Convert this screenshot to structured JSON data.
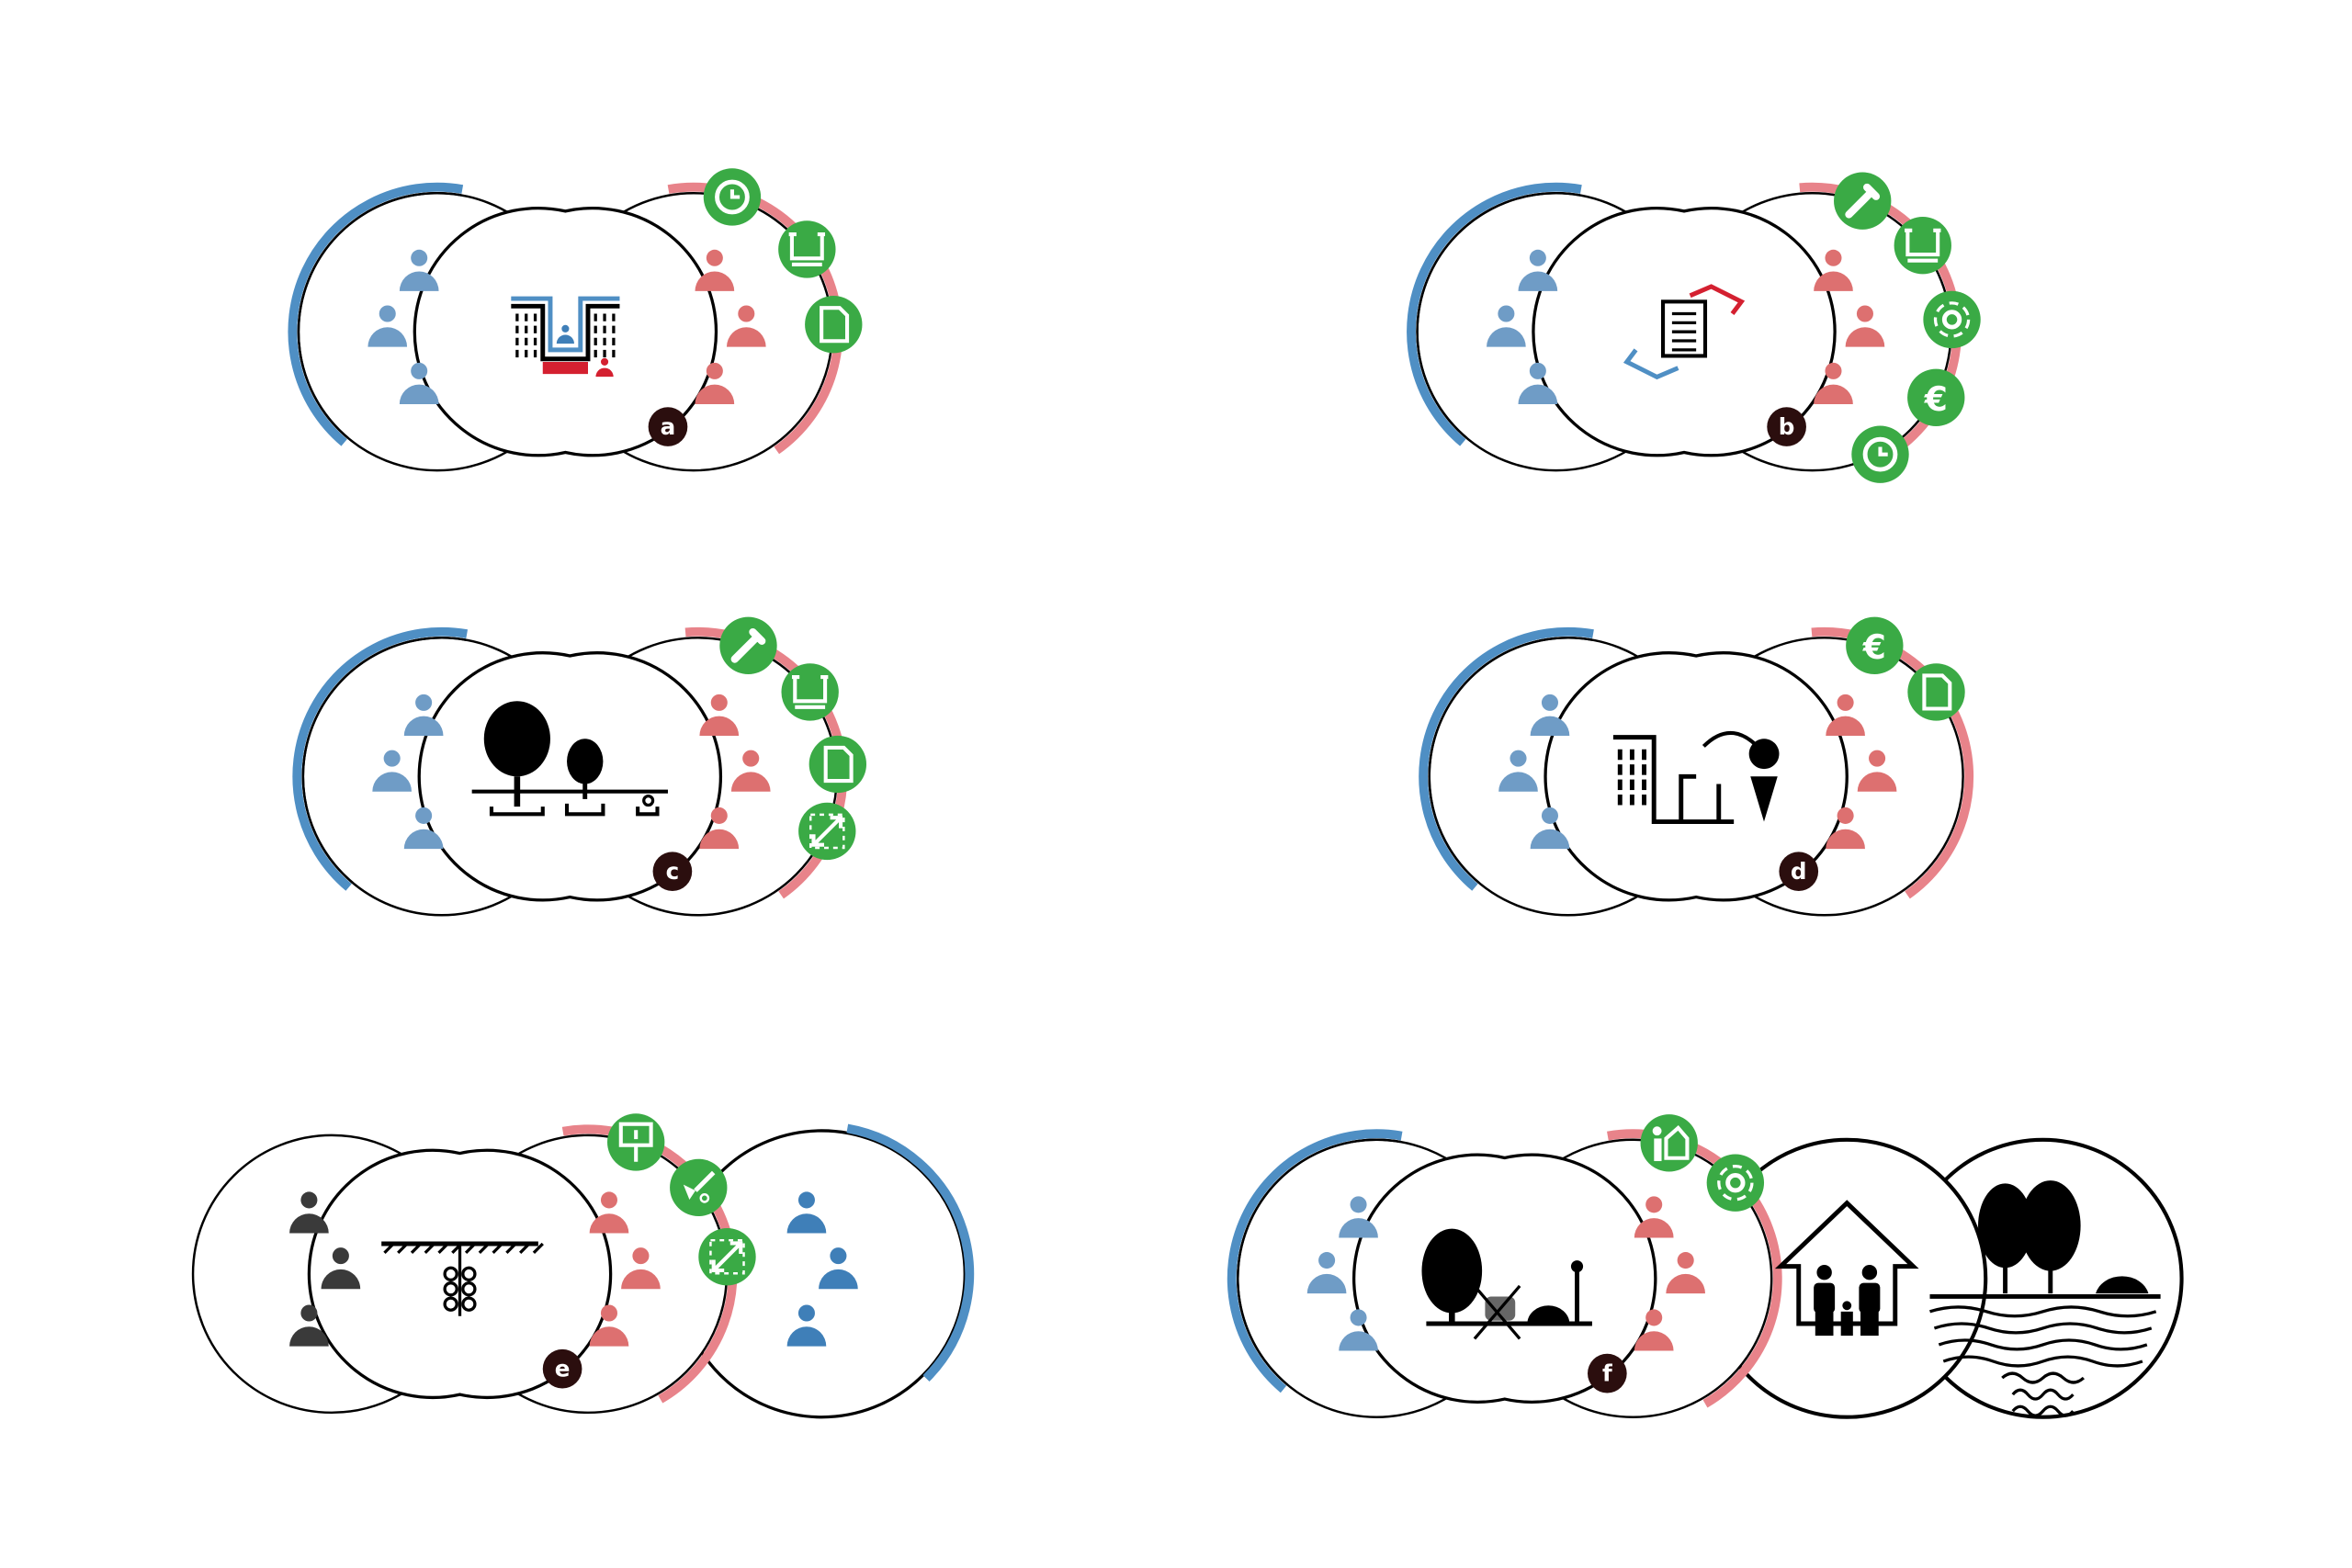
{
  "colors": {
    "blue_arc": "#4f8fc4",
    "blue_person": "#6f9cc6",
    "dark_blue_person": "#3f7fb8",
    "red_arc": "#e8838a",
    "red_person": "#dd7070",
    "green": "#3aaa45",
    "label_bg": "#2b0e0e",
    "dark_person": "#3a3a3a",
    "accent_red": "#d42030"
  },
  "euro_symbol": "€",
  "panels": [
    {
      "label": "a",
      "center_icon": "building-courtyard-icon",
      "left_group": "blue-people",
      "tool_icons": [
        "clock-icon",
        "basin-icon",
        "document-icon"
      ]
    },
    {
      "label": "b",
      "center_icon": "document-handover-icon",
      "left_group": "blue-people",
      "tool_icons": [
        "pencil-icon",
        "basin-icon",
        "gear-icon",
        "euro-icon",
        "clock-icon"
      ]
    },
    {
      "label": "c",
      "center_icon": "trees-planting-icon",
      "left_group": "blue-people",
      "tool_icons": [
        "pencil-icon",
        "basin-icon",
        "document-icon",
        "resize-icon"
      ]
    },
    {
      "label": "d",
      "center_icon": "streetlight-relocation-icon",
      "left_group": "blue-people",
      "tool_icons": [
        "euro-icon",
        "document-icon"
      ]
    },
    {
      "label": "e",
      "center_icon": "utility-pipes-icon",
      "left_group": "dark-people",
      "right_group": "blue-people",
      "tool_icons": [
        "sign-icon",
        "shovel-icon",
        "resize-icon"
      ]
    },
    {
      "label": "f",
      "center_icon": "park-no-parking-icon",
      "left_group": "blue-people",
      "extra_icons": [
        "house-family-icon",
        "trees-water-icon"
      ],
      "tool_icons": [
        "person-house-icon",
        "gear-icon"
      ]
    }
  ]
}
